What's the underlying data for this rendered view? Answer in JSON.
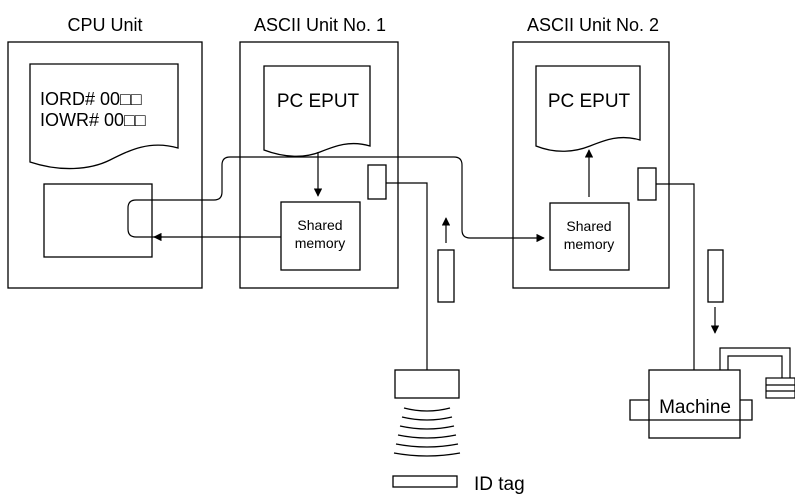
{
  "units": {
    "cpu": {
      "title": "CPU Unit",
      "line1": "IORD# 00□□",
      "line2": "IOWR# 00□□"
    },
    "ascii1": {
      "title": "ASCII Unit No. 1",
      "program": "PC EPUT",
      "mem1": "Shared",
      "mem2": "memory"
    },
    "ascii2": {
      "title": "ASCII Unit No. 2",
      "program": "PC EPUT",
      "mem1": "Shared",
      "mem2": "memory"
    }
  },
  "machine": {
    "label": "Machine"
  },
  "id_tag": {
    "label": "ID tag"
  }
}
